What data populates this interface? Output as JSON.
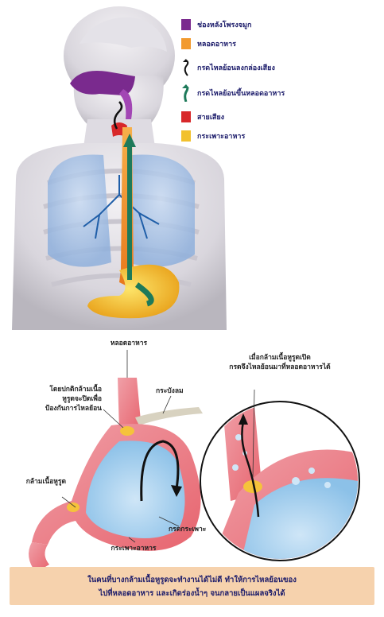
{
  "legend": [
    {
      "label": "ช่องหลังโพรงจมูก",
      "color": "#7a2a8e",
      "kind": "swatch"
    },
    {
      "label": "หลอดอาหาร",
      "color": "#f29a2e",
      "kind": "swatch"
    },
    {
      "label": "กรดไหลย้อนลงกล่องเสียง",
      "color": "#111111",
      "kind": "arrow-up"
    },
    {
      "label": "กรดไหลย้อนขึ้นหลอดอาหาร",
      "color": "#1e7a5a",
      "kind": "arrow-down"
    },
    {
      "label": "สายเสียง",
      "color": "#d8282a",
      "kind": "swatch"
    },
    {
      "label": "กระเพาะอาหาร",
      "color": "#f2c12e",
      "kind": "swatch"
    }
  ],
  "labels": {
    "esophagus": "หลอดอาหาร",
    "sphincter_closed": [
      "โดยปกติกล้ามเนื้อ",
      "หูรูดจะปิดเพื่อ",
      "ป้องกันการไหลย้อน"
    ],
    "diaphragm": "กระบังลม",
    "sphincter": "กล้ามเนื้อหูรูด",
    "stomach_acid": "กรดกระเพาะ",
    "stomach": "กระเพาะอาหาร",
    "sphincter_open": [
      "เมื่อกล้ามเนื้อหูรูดเปิด",
      "กรดจึงไหลย้อนมาที่หลอดอาหารได้"
    ]
  },
  "caption": [
    "ในคนที่บางกล้ามเนื้อหูรูดจะทำงานได้ไม่ดี ทำให้การไหลย้อนของ",
    "ไปที่หลอดอาหาร และเกิดร่องน้ำๆ จนกลายเป็นแผลจริงได้"
  ],
  "colors": {
    "nasopharynx": "#7a2a8e",
    "esophagus": "#f29a2e",
    "vocal_cords": "#d8282a",
    "stomach": "#f2c12e",
    "acid_down": "#111111",
    "acid_up": "#1e7a5a",
    "caption_bg": "#f6d2ad"
  }
}
